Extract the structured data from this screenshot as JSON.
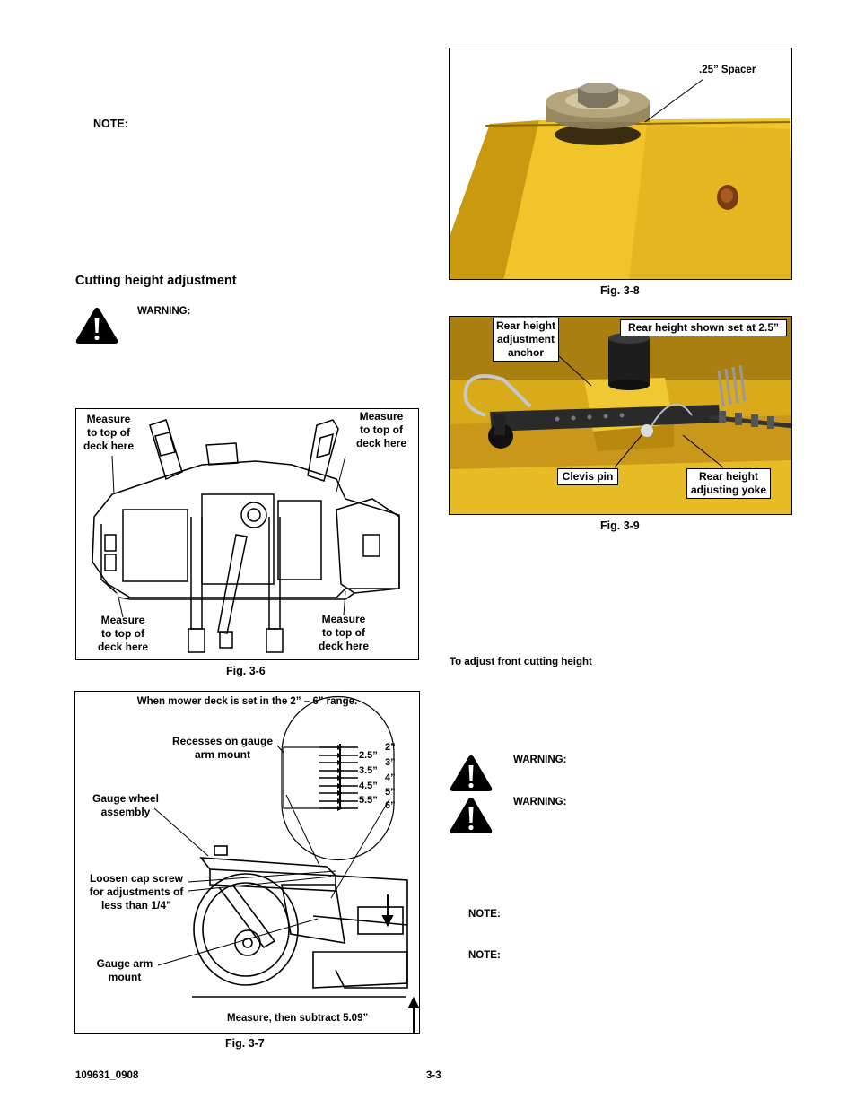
{
  "left": {
    "note_label": "NOTE:",
    "section_title": "Cutting height adjustment",
    "warning_label": "WARNING:"
  },
  "fig6": {
    "caption": "Fig. 3-6",
    "label_tl": [
      "Measure",
      "to top of",
      "deck  here"
    ],
    "label_tr": [
      "Measure",
      "to top of",
      "deck  here"
    ],
    "label_bl": [
      "Measure",
      "to top of",
      "deck  here"
    ],
    "label_br": [
      "Measure",
      "to top of",
      "deck  here"
    ]
  },
  "fig7": {
    "caption": "Fig. 3-7",
    "header": "When mower deck is set in the 2” – 6” range.",
    "recesses": [
      "Recesses on gauge",
      "arm mount"
    ],
    "gauge_wheel": [
      "Gauge wheel",
      "assembly"
    ],
    "loosen": [
      "Loosen cap screw",
      "for adjustments of",
      "less than 1/4”"
    ],
    "gauge_arm": [
      "Gauge arm",
      "mount"
    ],
    "measure": "Measure, then subtract 5.09”",
    "scale_left": [
      "2.5”",
      "3.5”",
      "4.5”",
      "5.5”"
    ],
    "scale_right": [
      "2”",
      "3”",
      "4”",
      "5”",
      "6”"
    ]
  },
  "fig8": {
    "caption": "Fig. 3-8",
    "spacer": ".25” Spacer"
  },
  "fig9": {
    "caption": "Fig. 3-9",
    "anchor": [
      "Rear height",
      "adjustment",
      "anchor"
    ],
    "shown": "Rear height shown set at 2.5”",
    "clevis": "Clevis pin",
    "yoke": [
      "Rear height",
      "adjusting yoke"
    ]
  },
  "right": {
    "front_heading": "To adjust front cutting height",
    "warning1": "WARNING:",
    "warning2": "WARNING:",
    "note1": "NOTE:",
    "note2": "NOTE:"
  },
  "footer": {
    "doc_number": "109631_0908",
    "page_number": "3-3"
  }
}
